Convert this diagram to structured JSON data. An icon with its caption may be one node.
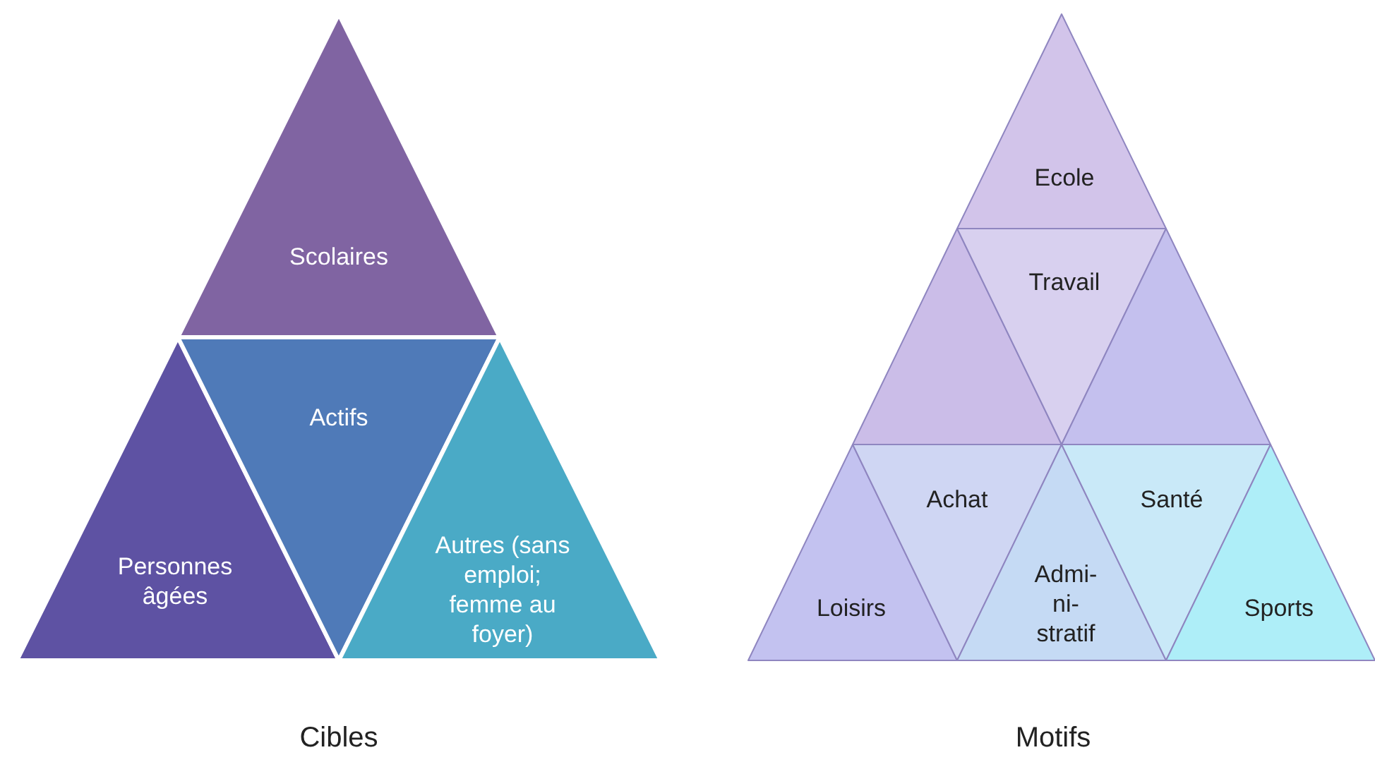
{
  "diagram": {
    "nodes": [
      {
        "text": [
          "Scolaires"
        ]
      },
      {
        "text": [
          "Personnes âgées"
        ]
      },
      {
        "text": [
          "Actifs"
        ]
      },
      {
        "text": [
          "Autres (sans emploi; femme au foyer)"
        ]
      },
      {
        "text": [
          "Ecole"
        ]
      },
      {
        "text": [],
        "shape": "triangle"
      },
      {
        "text": [
          "Travail"
        ]
      },
      {
        "text": [],
        "shape": "triangle"
      },
      {
        "text": [
          "Loisirs"
        ]
      },
      {
        "text": [
          "Achat"
        ]
      },
      {
        "text": [
          "Admi- ni- stratif"
        ]
      },
      {
        "text": [
          "Santé"
        ]
      },
      {
        "text": [
          "Sports"
        ]
      }
    ],
    "labels": [
      "Cibles",
      "Motifs"
    ]
  }
}
